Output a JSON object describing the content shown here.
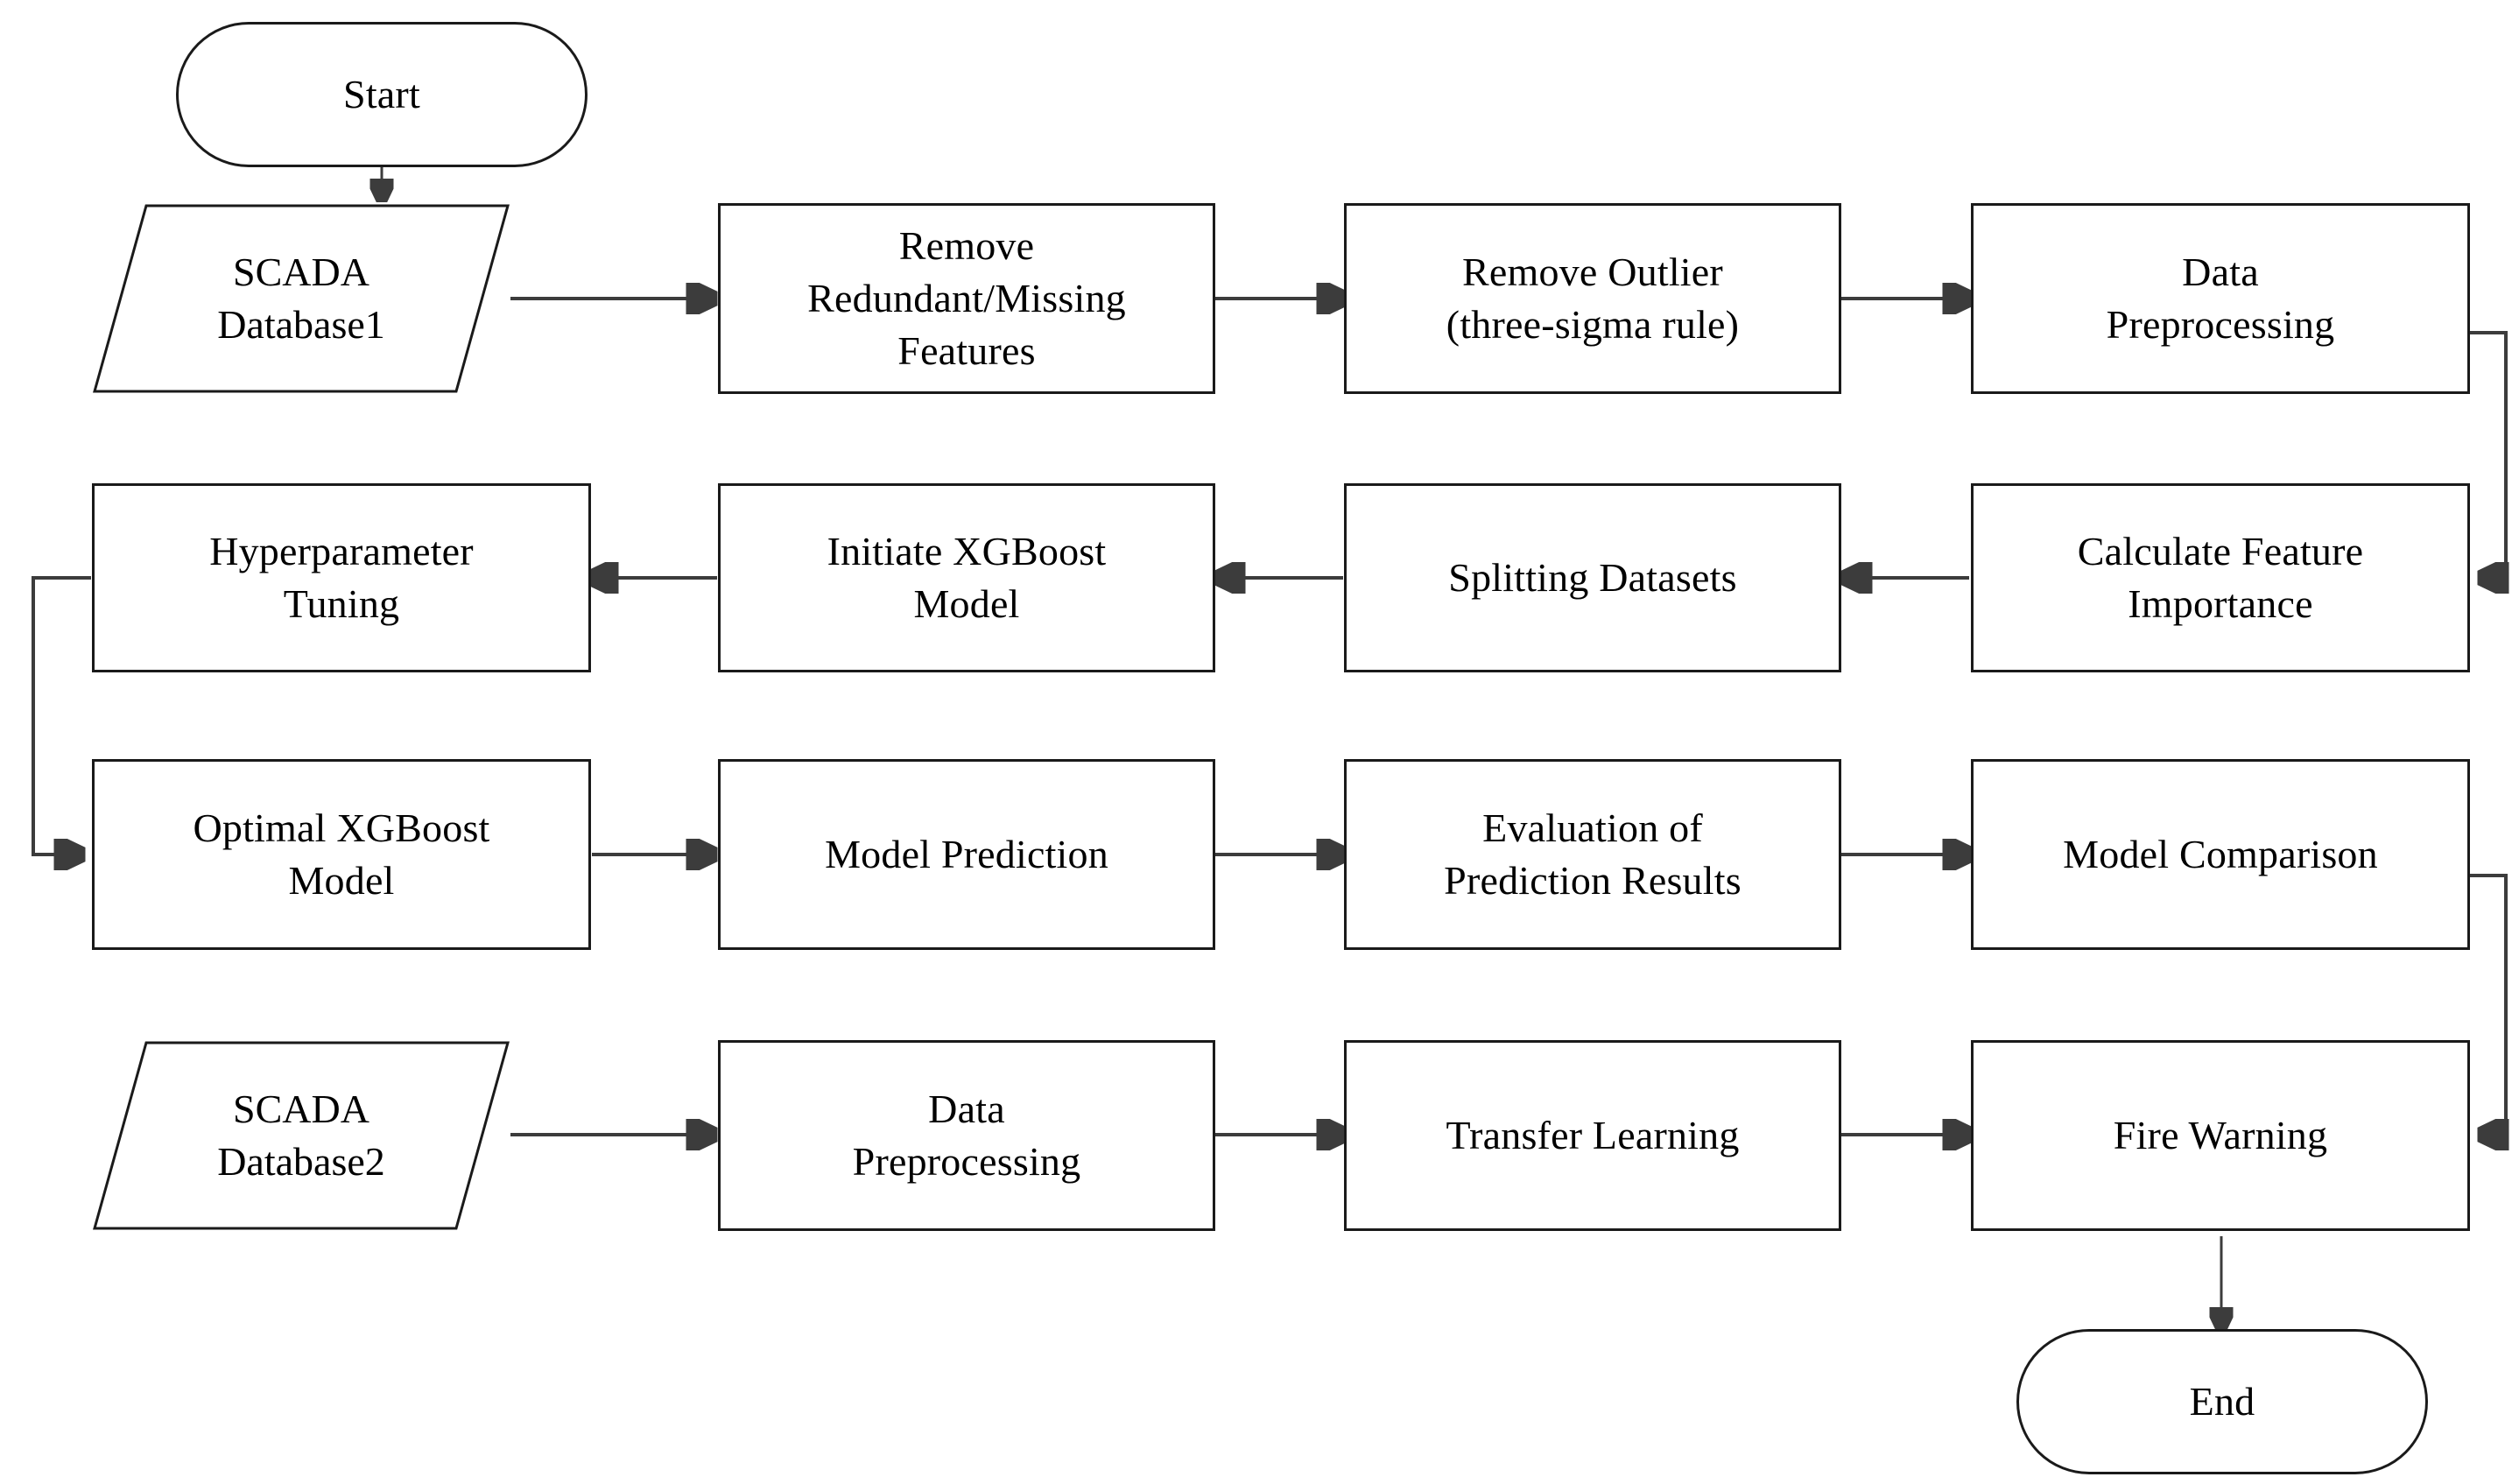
{
  "diagram": {
    "title": "XGBoost Transfer-Learning Fire Warning Flowchart",
    "background_color": "#ffffff",
    "stroke_color": "#3c3c3c",
    "node_border_color": "#1a1a1a",
    "text_color": "#000000"
  },
  "nodes": {
    "start": {
      "label": "Start",
      "shape": "terminator"
    },
    "scada_db1": {
      "label": "SCADA\nDatabase1",
      "shape": "parallelogram"
    },
    "remove_features": {
      "label": "Remove\nRedundant/Missing\nFeatures",
      "shape": "process"
    },
    "remove_outlier": {
      "label": "Remove Outlier\n(three-sigma rule)",
      "shape": "process"
    },
    "data_preproc_1": {
      "label": "Data\nPreprocessing",
      "shape": "process"
    },
    "calc_importance": {
      "label": "Calculate Feature\nImportance",
      "shape": "process"
    },
    "splitting": {
      "label": "Splitting Datasets",
      "shape": "process"
    },
    "initiate_xgboost": {
      "label": "Initiate XGBoost\nModel",
      "shape": "process"
    },
    "hyperparam": {
      "label": "Hyperparameter\nTuning",
      "shape": "process"
    },
    "optimal_xgboost": {
      "label": "Optimal XGBoost\nModel",
      "shape": "process"
    },
    "model_prediction": {
      "label": "Model Prediction",
      "shape": "process"
    },
    "evaluation": {
      "label": "Evaluation of\nPrediction Results",
      "shape": "process"
    },
    "model_comparison": {
      "label": "Model Comparison",
      "shape": "process"
    },
    "scada_db2": {
      "label": "SCADA\nDatabase2",
      "shape": "parallelogram"
    },
    "data_preproc_2": {
      "label": "Data\nPreprocessing",
      "shape": "process"
    },
    "transfer_learning": {
      "label": "Transfer Learning",
      "shape": "process"
    },
    "fire_warning": {
      "label": "Fire Warning",
      "shape": "process"
    },
    "end": {
      "label": "End",
      "shape": "terminator"
    }
  },
  "edges": [
    {
      "from": "start",
      "to": "scada_db1",
      "direction": "down"
    },
    {
      "from": "scada_db1",
      "to": "remove_features",
      "direction": "right"
    },
    {
      "from": "remove_features",
      "to": "remove_outlier",
      "direction": "right"
    },
    {
      "from": "remove_outlier",
      "to": "data_preproc_1",
      "direction": "right"
    },
    {
      "from": "data_preproc_1",
      "to": "calc_importance",
      "direction": "elbow-right-down-left"
    },
    {
      "from": "calc_importance",
      "to": "splitting",
      "direction": "left"
    },
    {
      "from": "splitting",
      "to": "initiate_xgboost",
      "direction": "left"
    },
    {
      "from": "initiate_xgboost",
      "to": "hyperparam",
      "direction": "left"
    },
    {
      "from": "hyperparam",
      "to": "optimal_xgboost",
      "direction": "elbow-left-down-right"
    },
    {
      "from": "optimal_xgboost",
      "to": "model_prediction",
      "direction": "right"
    },
    {
      "from": "model_prediction",
      "to": "evaluation",
      "direction": "right"
    },
    {
      "from": "evaluation",
      "to": "model_comparison",
      "direction": "right"
    },
    {
      "from": "model_comparison",
      "to": "fire_warning",
      "direction": "elbow-right-down-left"
    },
    {
      "from": "scada_db2",
      "to": "data_preproc_2",
      "direction": "right"
    },
    {
      "from": "data_preproc_2",
      "to": "transfer_learning",
      "direction": "right"
    },
    {
      "from": "transfer_learning",
      "to": "fire_warning",
      "direction": "right"
    },
    {
      "from": "fire_warning",
      "to": "end",
      "direction": "down"
    }
  ]
}
